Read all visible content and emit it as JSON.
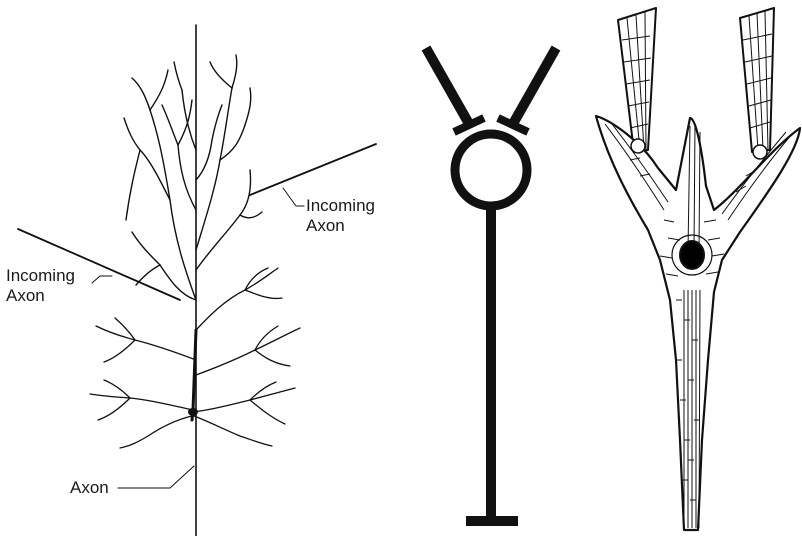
{
  "diagram": {
    "panels": [
      {
        "name": "drawn-neuron",
        "labels": {
          "incoming_axon_top": [
            "Incoming",
            "Axon"
          ],
          "incoming_axon_left": [
            "Incoming",
            "Axon"
          ],
          "axon": "Axon"
        }
      },
      {
        "name": "schematic-neuron"
      },
      {
        "name": "cellular-neuron-model"
      }
    ],
    "colors": {
      "ink": "#111111",
      "background": "#ffffff",
      "nucleus": "#000000"
    }
  }
}
